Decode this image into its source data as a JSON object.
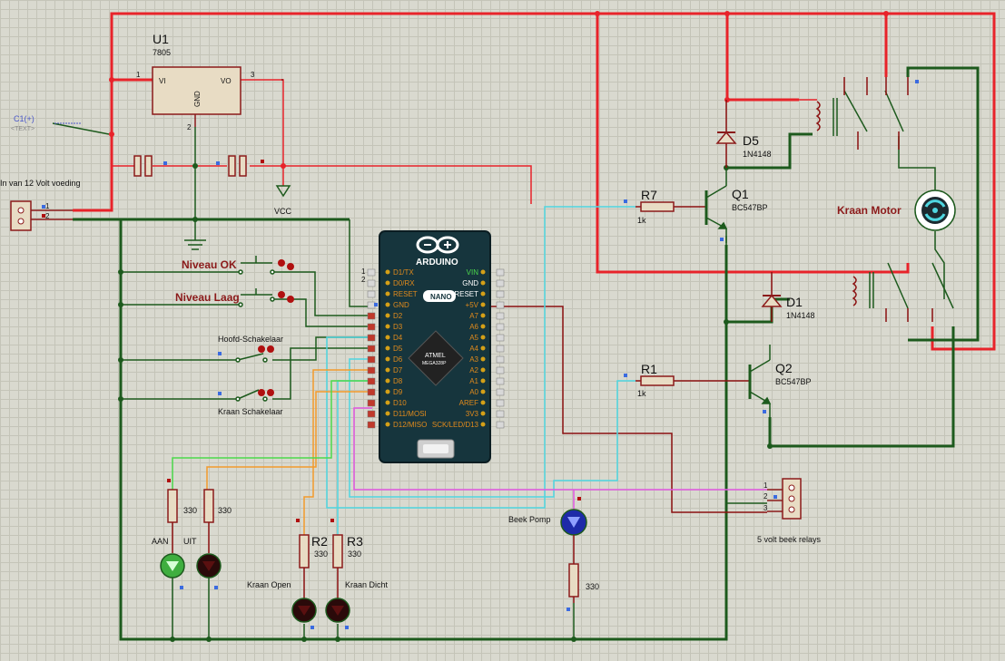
{
  "regulator": {
    "ref": "U1",
    "part": "7805",
    "pin_vi": "VI",
    "pin_vo": "VO",
    "pin_gnd": "GND",
    "pin1": "1",
    "pin2": "2",
    "pin3": "3"
  },
  "power_input": {
    "label": "In van 12 Volt voeding",
    "pin1": "1",
    "pin2": "2"
  },
  "cap_terminal": {
    "ref": "C1(+)",
    "text": "<TEXT>"
  },
  "vcc": "VCC",
  "switches": {
    "niveau_ok": "Niveau OK",
    "niveau_laag": "Niveau Laag",
    "hoofd": "Hoofd-Schakelaar",
    "kraan": "Kraan Schakelaar"
  },
  "arduino": {
    "brand": "ARDUINO",
    "model": "NANO",
    "mcu_brand": "ATMEL",
    "mcu_part": "MEGA328P",
    "left_pins": [
      "D1/TX",
      "D0/RX",
      "RESET",
      "GND",
      "D2",
      "D3",
      "D4",
      "D5",
      "D6",
      "D7",
      "D8",
      "D9",
      "D10",
      "D11/MOSI",
      "D12/MISO"
    ],
    "right_pins": [
      "VIN",
      "GND",
      "RESET",
      "+5V",
      "A7",
      "A6",
      "A5",
      "A4",
      "A3",
      "A2",
      "A1",
      "A0",
      "AREF",
      "3V3",
      "SCK/LED/D13"
    ],
    "header_1": "1",
    "header_2": "2"
  },
  "transistors": {
    "q1": {
      "ref": "Q1",
      "part": "BC547BP"
    },
    "q2": {
      "ref": "Q2",
      "part": "BC547BP"
    }
  },
  "diodes": {
    "d5": {
      "ref": "D5",
      "part": "1N4148"
    },
    "d1": {
      "ref": "D1",
      "part": "1N4148"
    }
  },
  "resistors": {
    "r7": {
      "ref": "R7",
      "value": "1k"
    },
    "r1": {
      "ref": "R1",
      "value": "1k"
    },
    "led_aan": "330",
    "led_uit": "330",
    "r2": {
      "ref": "R2",
      "value": "330"
    },
    "r3": {
      "ref": "R3",
      "value": "330"
    },
    "pomp": "330"
  },
  "motor": "Kraan Motor",
  "leds": {
    "aan": "AAN",
    "uit": "UIT",
    "kraan_open": "Kraan Open",
    "kraan_dicht": "Kraan Dicht",
    "beek_pomp": "Beek Pomp"
  },
  "relay_header": {
    "label": "5 volt beek relays",
    "pins": [
      "1",
      "2",
      "3"
    ]
  },
  "colors": {
    "power": "#e8232a",
    "ground": "#1d5a1d",
    "signal": "#8b1010",
    "cyan": "#4fd6e0",
    "orange": "#f39a2b",
    "green_wire": "#4cd94c",
    "magenta": "#e056e0",
    "board": "#16353d"
  }
}
